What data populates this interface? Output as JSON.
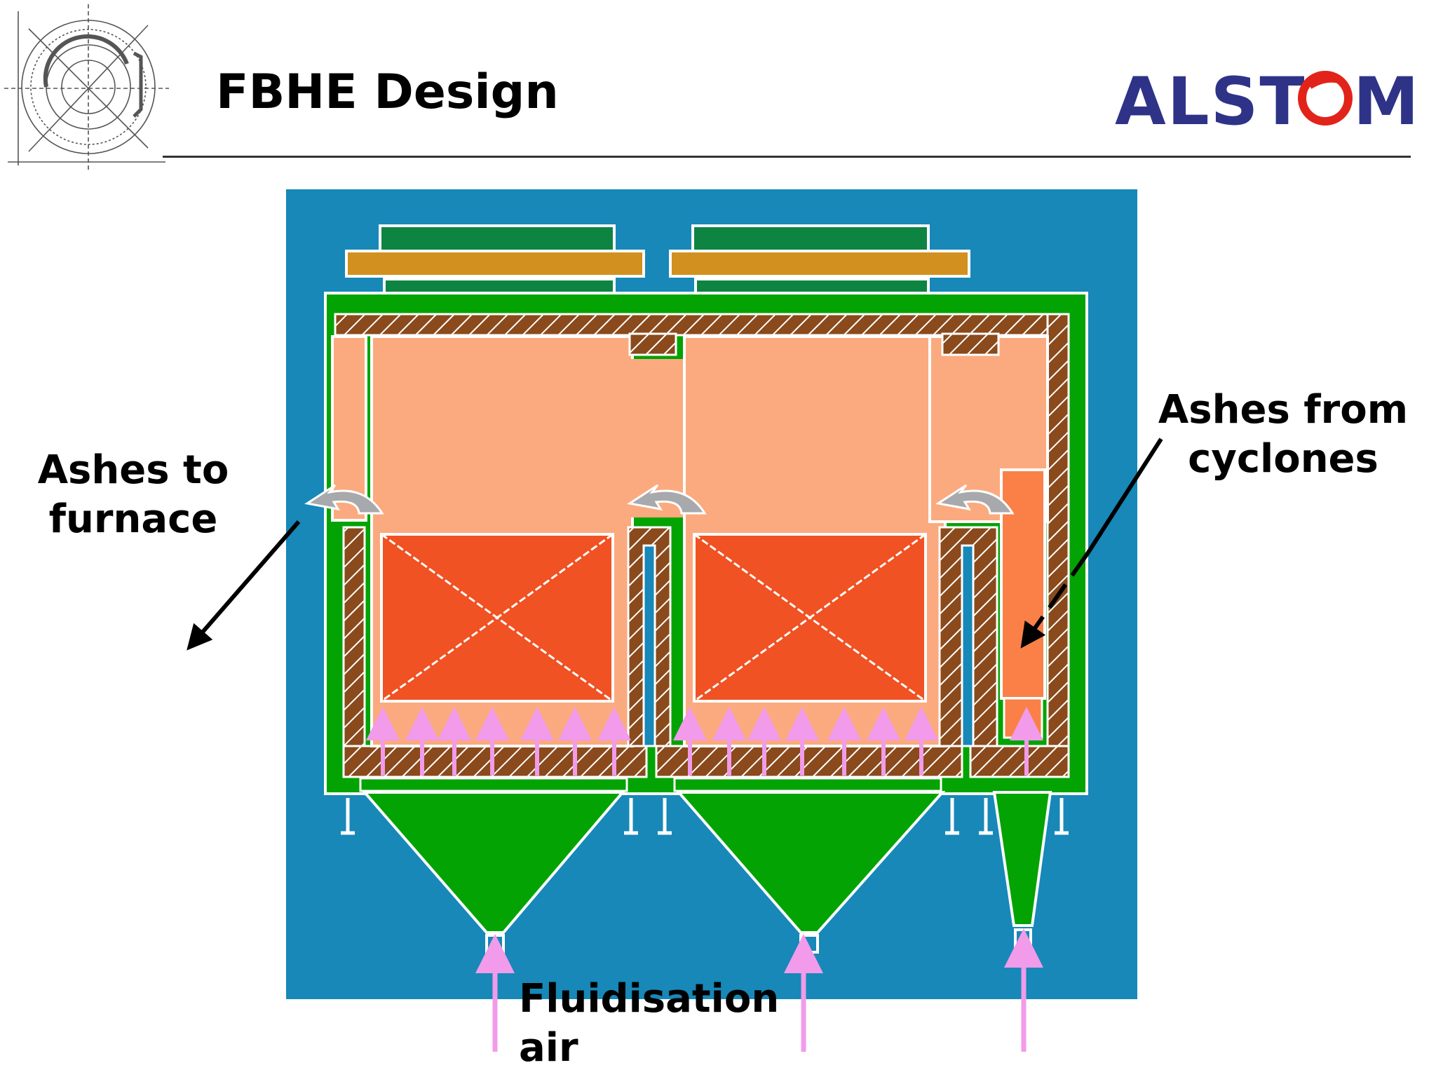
{
  "slide": {
    "title": "FBHE Design",
    "logo_text": "ALSTOM",
    "brand_color": "#2E3388",
    "logo_accent_color": "#E2231A"
  },
  "diagram": {
    "background_color": "#1788B8",
    "labels": {
      "ashes_to_furnace": [
        "Ashes to",
        "furnace"
      ],
      "ashes_from_cyclones": [
        "Ashes from",
        "cyclones"
      ],
      "fluidisation_air": [
        "Fluidisation",
        "air"
      ]
    },
    "colors": {
      "bed_light": "#FBAA7F",
      "bundle": "#F05223",
      "refractory": "#8A4A1C",
      "casing": "#03A303",
      "header_green": "#0E8443",
      "header_gold": "#D2901E",
      "air_arrow": "#F19BEA",
      "inlet_chute": "#FA8048"
    }
  }
}
